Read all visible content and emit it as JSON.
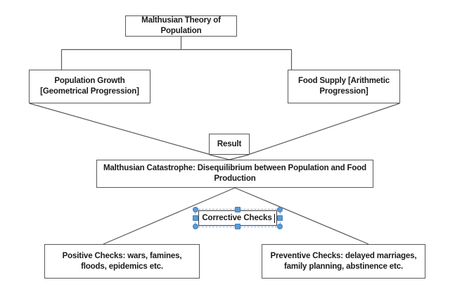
{
  "diagram": {
    "title": "Malthusian Theory of Population",
    "background_color": "#ffffff",
    "box_border_color": "#595959",
    "connector_color": "#595959",
    "selection_color": "#5b9bd5",
    "nodes": {
      "root": {
        "label": "Malthusian Theory of Population"
      },
      "population_growth": {
        "label": "Population Growth\n[Geometrical Progression]"
      },
      "food_supply": {
        "label": "Food Supply [Arithmetic\nProgression]"
      },
      "result": {
        "label": "Result"
      },
      "catastrophe": {
        "label": "Malthusian Catastrophe: Disequilibrium between Population and Food\nProduction"
      },
      "corrective_checks": {
        "label": "Corrective Checks"
      },
      "positive_checks": {
        "label": "Positive Checks: wars, famines,\nfloods, epidemics etc."
      },
      "preventive_checks": {
        "label": "Preventive Checks: delayed marriages,\nfamily planning, abstinence etc."
      }
    },
    "selected_shape": {
      "name": "corrective_checks",
      "state": "editing",
      "handles": [
        "nw",
        "n",
        "ne",
        "w",
        "e",
        "sw",
        "s",
        "se"
      ]
    }
  }
}
